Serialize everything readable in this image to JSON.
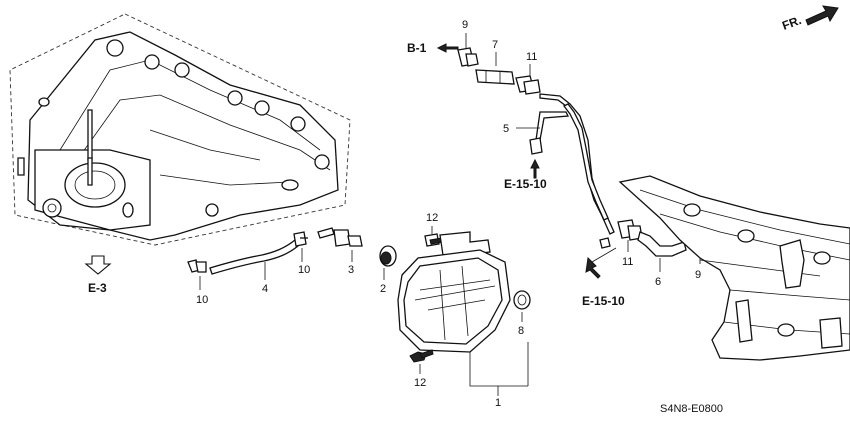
{
  "direction": {
    "label": "FR."
  },
  "refs": {
    "b1": "B-1",
    "e3": "E-3",
    "e1510_top": "E-15-10",
    "e1510_bottom": "E-15-10"
  },
  "callouts": {
    "c9_top": "9",
    "c7": "7",
    "c11_top": "11",
    "c5": "5",
    "c12_top": "12",
    "c10_left": "10",
    "c4": "4",
    "c10_mid": "10",
    "c3": "3",
    "c2": "2",
    "c8": "8",
    "c12_bottom": "12",
    "c1": "1",
    "c11_bottom": "11",
    "c6": "6",
    "c9_bottom": "9"
  },
  "diagram_code": "S4N8-E0800"
}
